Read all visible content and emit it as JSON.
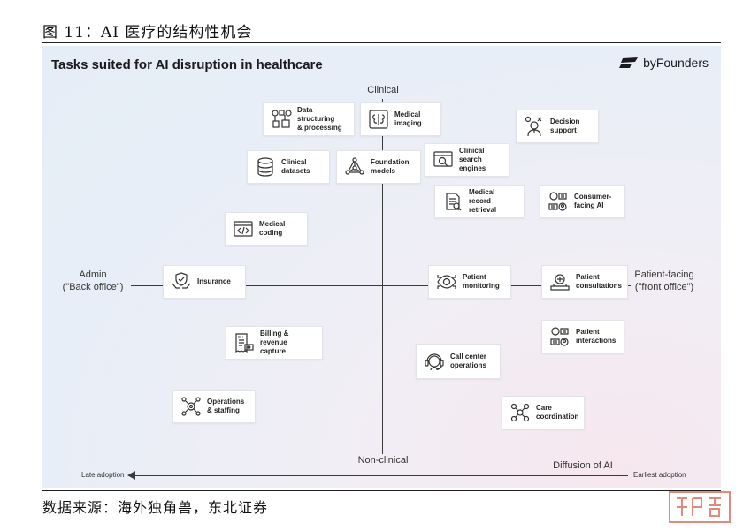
{
  "figure": {
    "caption": "图 11：AI 医疗的结构性机会",
    "source": "数据来源：海外独角兽，东北证券"
  },
  "panel": {
    "title": "Tasks suited for AI disruption in healthcare",
    "brand": "byFounders"
  },
  "axes": {
    "top": "Clinical",
    "bottom": "Non-clinical",
    "left_line1": "Admin",
    "left_line2": "(\"Back office\")",
    "right_line1": "Patient-facing",
    "right_line2": "(\"front office\")"
  },
  "diffusion": {
    "title": "Diffusion of AI",
    "left": "Late adoption",
    "right": "Earliest adoption"
  },
  "cards": [
    {
      "label": "Data structuring\n& processing",
      "icon": "data-structuring-icon"
    },
    {
      "label": "Medical\nimaging",
      "icon": "brain-scan-icon"
    },
    {
      "label": "Decision\nsupport",
      "icon": "doctor-decision-icon"
    },
    {
      "label": "Clinical\ndatasets",
      "icon": "database-icon"
    },
    {
      "label": "Foundation\nmodels",
      "icon": "network-icon"
    },
    {
      "label": "Clinical search\nengines",
      "icon": "search-icon"
    },
    {
      "label": "Medical record\nretrieval",
      "icon": "record-icon"
    },
    {
      "label": "Consumer-\nfacing AI",
      "icon": "chat-user-icon"
    },
    {
      "label": "Medical\ncoding",
      "icon": "code-icon"
    },
    {
      "label": "Insurance",
      "icon": "shield-hand-icon"
    },
    {
      "label": "Patient\nmonitoring",
      "icon": "eye-icon"
    },
    {
      "label": "Patient\nconsultations",
      "icon": "medical-case-icon"
    },
    {
      "label": "Billing & revenue\ncapture",
      "icon": "bill-icon"
    },
    {
      "label": "Patient\ninteractions",
      "icon": "chat-user-icon"
    },
    {
      "label": "Call center\noperations",
      "icon": "headset-icon"
    },
    {
      "label": "Operations\n& staffing",
      "icon": "operations-icon"
    },
    {
      "label": "Care\ncoordination",
      "icon": "care-network-icon"
    }
  ],
  "colors": {
    "line": "#3a3a3a",
    "card_border": "#e3e3ea",
    "seal": "#e08a7c"
  }
}
